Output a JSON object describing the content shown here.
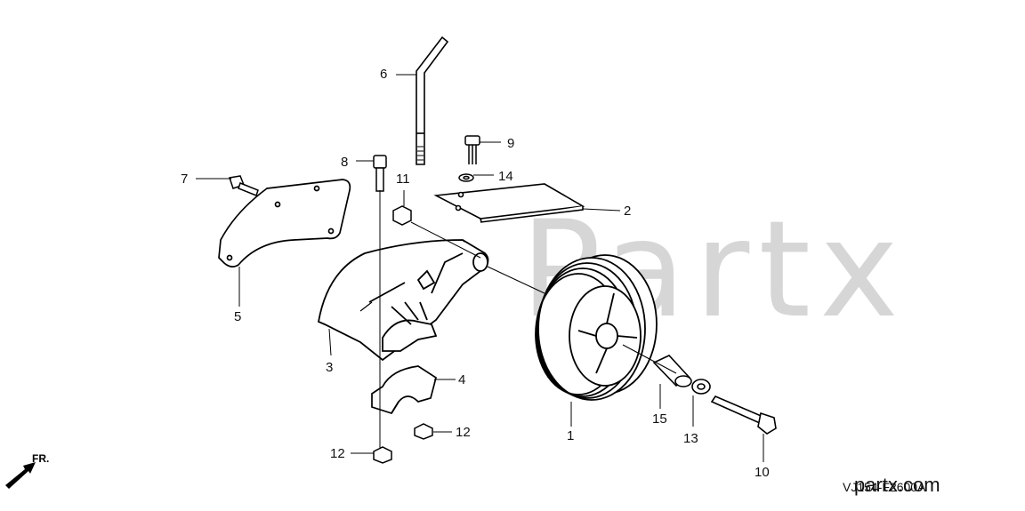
{
  "watermark": "Partx",
  "diagram_code": "VJ154-F2600A",
  "site_label": "partx.com",
  "front_label": "FR.",
  "parts": {
    "p1": "1",
    "p2": "2",
    "p3": "3",
    "p4": "4",
    "p5": "5",
    "p6": "6",
    "p7": "7",
    "p8": "8",
    "p9": "9",
    "p10": "10",
    "p11": "11",
    "p12a": "12",
    "p12b": "12",
    "p13": "13",
    "p14": "14",
    "p15": "15"
  }
}
